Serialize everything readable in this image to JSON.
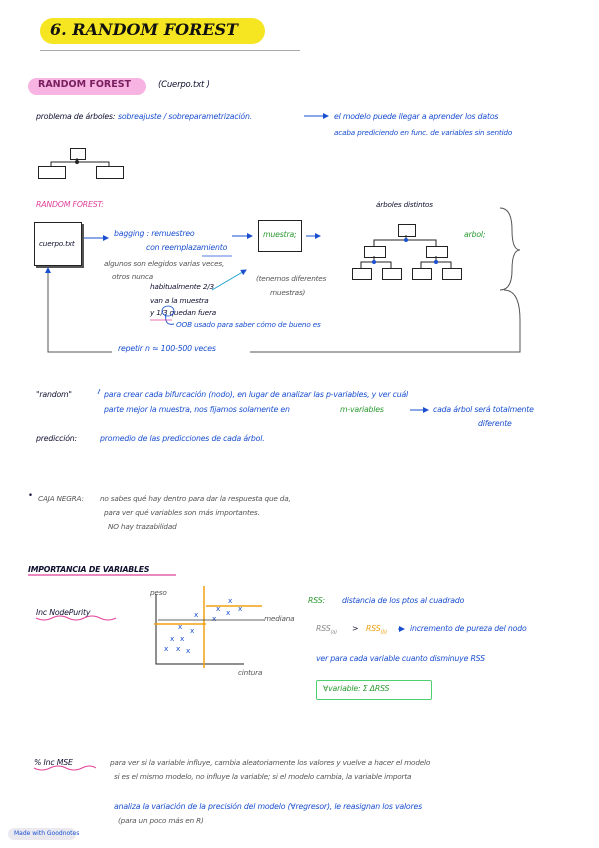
{
  "title": "6. RANDOM FOREST",
  "section1": {
    "pill": "RANDOM FOREST",
    "file": "(Cuerpo.txt )",
    "problem_label": "problema de árboles:",
    "problem_text": "sobreajuste / sobreparametrización.",
    "problem_result1": "el modelo puede llegar a aprender los datos",
    "problem_result2": "acaba prediciendo en func. de variables sin sentido"
  },
  "section2": {
    "heading": "RANDOM FOREST:",
    "input_box": "cuerpo.txt",
    "bagging1": "bagging : remuestreo",
    "bagging2": "con reemplazamiento",
    "note1": "algunos son elegidos varias veces,",
    "note2": "otros nunca",
    "sample_box": "muestra;",
    "different_samples1": "(tenemos diferentes",
    "different_samples2": "muestras)",
    "usual1": "habitualmente 2/3",
    "usual2": "van a la muestra",
    "usual3": "y 1/3 quedan fuera",
    "oob": "OOB usado para saber cómo de bueno es",
    "distinct_trees": "árboles distintos",
    "tree_label": "arbol;",
    "repeat": "repetir  n ≈ 100-500  veces"
  },
  "random": {
    "label": "\"random\"",
    "text1": "para crear cada bifurcación (nodo), en lugar de analizar las  p-variables, y ver cuál",
    "text2a": "parte mejor la muestra, nos fijamos solamente en",
    "text2b": "m-variables",
    "text2c": "cada árbol será totalmente",
    "text3": "diferente"
  },
  "prediction": {
    "label": "predicción:",
    "text": "promedio de las predicciones de cada árbol."
  },
  "blackbox": {
    "bullet": "•",
    "label": "CAJA NEGRA:",
    "text1": "no sabes qué hay dentro para dar la respuesta que da,",
    "text2": "para ver qué variables son más importantes.",
    "text3": "NO hay trazabilidad"
  },
  "importance": {
    "heading": "IMPORTANCIA DE VARIABLES",
    "inc_node_purity": "Inc NodePurity",
    "axis_y": "peso",
    "axis_x": "cintura",
    "median_label": "mediana",
    "rss_label": "RSS:",
    "rss_def": "distancia de los ptos al cuadrado",
    "rss1": "RSS",
    "rss1_sub": "(a)",
    "gt": ">",
    "rss2": "RSS",
    "rss2_sub": "(b)",
    "rss_increase": "incremento de pureza del nodo",
    "see_each": "ver para cada variable cuanto disminuye RSS",
    "formula": "∀variable: Σ ΔRSS",
    "scatter_mark": "x"
  },
  "incmse": {
    "label": "% Inc MSE",
    "text1": "para ver si la variable influye, cambia aleatoriamente los valores y vuelve a hacer el modelo",
    "text2": "si es el mismo modelo, no influye la variable; si el modelo cambia, la variable importa",
    "text3": "analiza la variación de la precisión del modelo (∀regresor), le reasignan los valores",
    "text4": "(para un poco más en R)"
  },
  "footer": "Made with Goodnotes",
  "colors": {
    "accent_blue": "#1a4fd0",
    "green": "#2a9a30",
    "pink": "#e0409a",
    "yellow": "#f6e521",
    "orange": "#f0a010"
  }
}
